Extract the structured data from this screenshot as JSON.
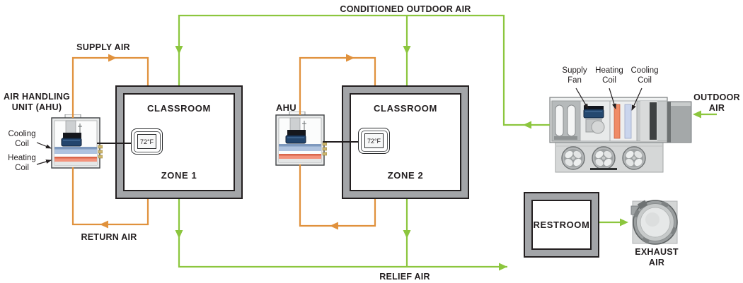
{
  "colors": {
    "outdoor_air_green": "#8CC63E",
    "supply_return_orange": "#E0913C",
    "line_black": "#231F20",
    "room_frame_gray": "#A3A5A8",
    "cooling_coil_blue": "#AFC3DF",
    "heating_coil_salmon": "#F2937C"
  },
  "flow_labels": {
    "conditioned_outdoor_air": "CONDITIONED OUTDOOR AIR",
    "supply_air": "SUPPLY AIR",
    "return_air": "RETURN AIR",
    "relief_air": "RELIEF AIR",
    "outdoor_air": "OUTDOOR\nAIR",
    "exhaust_air": "EXHAUST\nAIR"
  },
  "ahu1": {
    "name": "AIR HANDLING\nUNIT (AHU)",
    "cooling_coil": "Cooling\nCoil",
    "heating_coil": "Heating\nCoil"
  },
  "ahu2": {
    "name": "AHU"
  },
  "zone1": {
    "room": "CLASSROOM",
    "zone": "ZONE 1",
    "thermostat_setpoint": "72°F"
  },
  "zone2": {
    "room": "CLASSROOM",
    "zone": "ZONE 2",
    "thermostat_setpoint": "72°F"
  },
  "restroom": {
    "name": "RESTROOM"
  },
  "rooftop_unit": {
    "supply_fan": "Supply\nFan",
    "heating_coil": "Heating\nCoil",
    "cooling_coil": "Cooling\nCoil"
  }
}
